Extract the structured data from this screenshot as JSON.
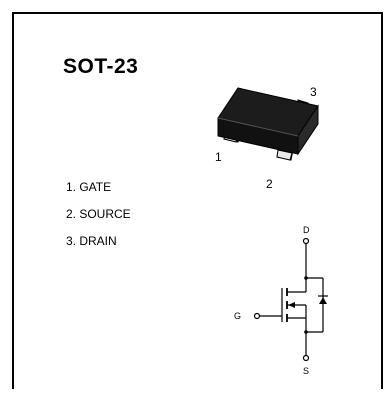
{
  "package": {
    "title": "SOT-23",
    "pin_numbers": [
      "1",
      "2",
      "3"
    ]
  },
  "pins": [
    {
      "label": "1. GATE"
    },
    {
      "label": "2. SOURCE"
    },
    {
      "label": "3. DRAIN"
    }
  ],
  "schematic": {
    "drain_label": "D",
    "gate_label": "G",
    "source_label": "S"
  }
}
